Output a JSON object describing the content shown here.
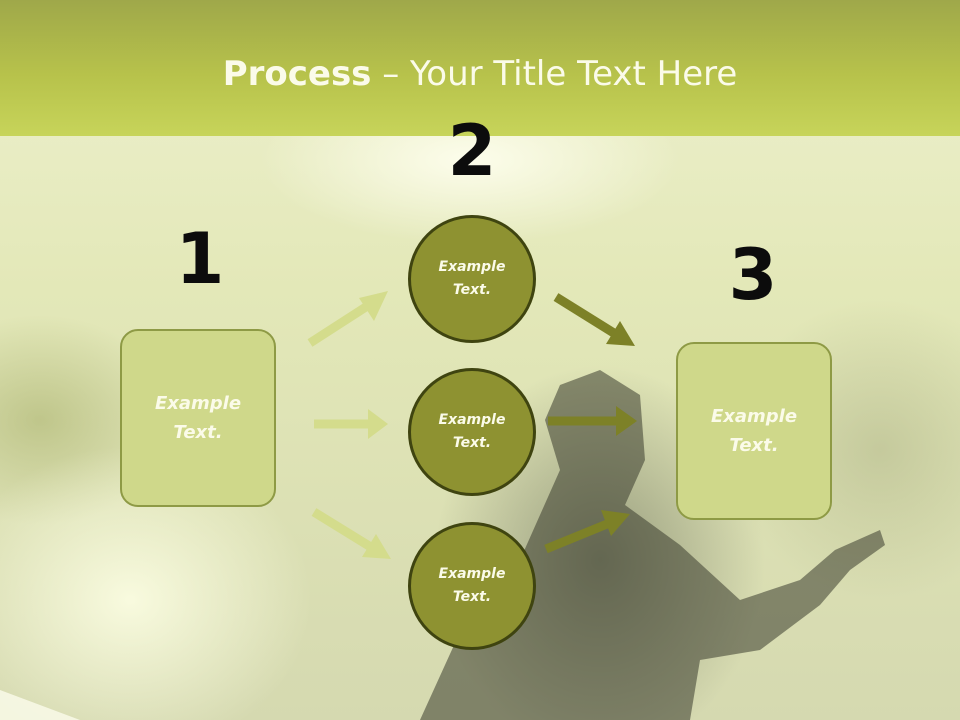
{
  "slide": {
    "title_bold": "Process",
    "title_rest": " – Your Title Text Here",
    "numbers": [
      "1",
      "2",
      "3"
    ],
    "boxes": [
      {
        "line1": "Example",
        "line2": "Text."
      },
      {
        "line1": "Example",
        "line2": "Text."
      }
    ],
    "circles": [
      {
        "line1": "Example",
        "line2": "Text."
      },
      {
        "line1": "Example",
        "line2": "Text."
      },
      {
        "line1": "Example",
        "line2": "Text."
      }
    ]
  },
  "colors": {
    "header": "#b7c24b",
    "box_fill": "#cfd88a",
    "circle_fill": "#8e9231",
    "light_arrow": "#d4dc8c",
    "dark_arrow": "#7d8127"
  }
}
